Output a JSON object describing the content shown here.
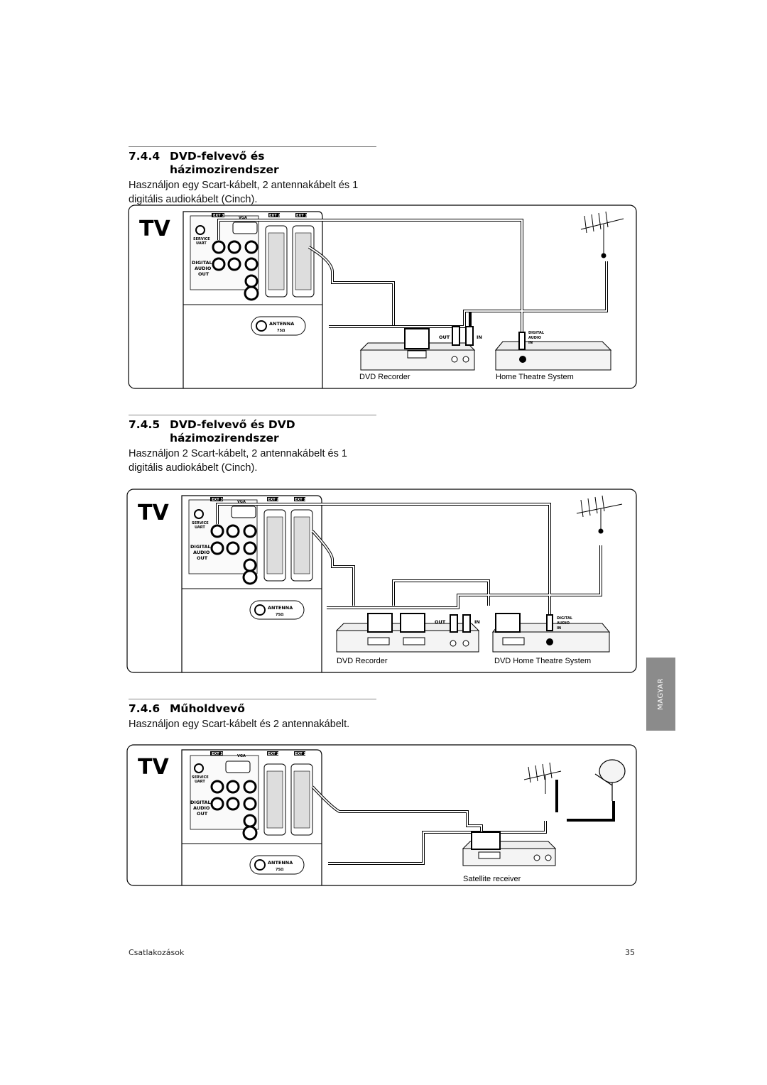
{
  "sections": [
    {
      "number": "7.4.4",
      "title": "DVD-felvevő és házimozirendszer",
      "body": "Használjon egy Scart-kábelt, 2 antennakábelt és 1 digitális audiokábelt (Cinch).",
      "device_labels": [
        "DVD Recorder",
        "Home Theatre System"
      ]
    },
    {
      "number": "7.4.5",
      "title": "DVD-felvevő és DVD házimozirendszer",
      "body": "Használjon 2 Scart-kábelt, 2 antennakábelt és 1 digitális audiokábelt (Cinch).",
      "device_labels": [
        "DVD Recorder",
        "DVD Home Theatre System"
      ]
    },
    {
      "number": "7.4.6",
      "title": "Műholdvevő",
      "body": "Használjon egy Scart-kábelt és 2 antennakábelt.",
      "device_labels": [
        "Satellite receiver"
      ]
    }
  ],
  "diagram_text": {
    "tv": "TV",
    "ext3": "EXT 3",
    "vga": "VGA",
    "ext2": "EXT 2",
    "ext1": "EXT 1",
    "service": "SERVICE",
    "uart": "UART",
    "digital": "DIGITAL",
    "audio": "AUDIO",
    "out": "OUT",
    "in": "IN",
    "antenna": "ANTENNA",
    "ohm": "75Ω"
  },
  "side_tab": "MAGYAR",
  "footer": {
    "left": "Csatlakozások",
    "page": "35"
  }
}
